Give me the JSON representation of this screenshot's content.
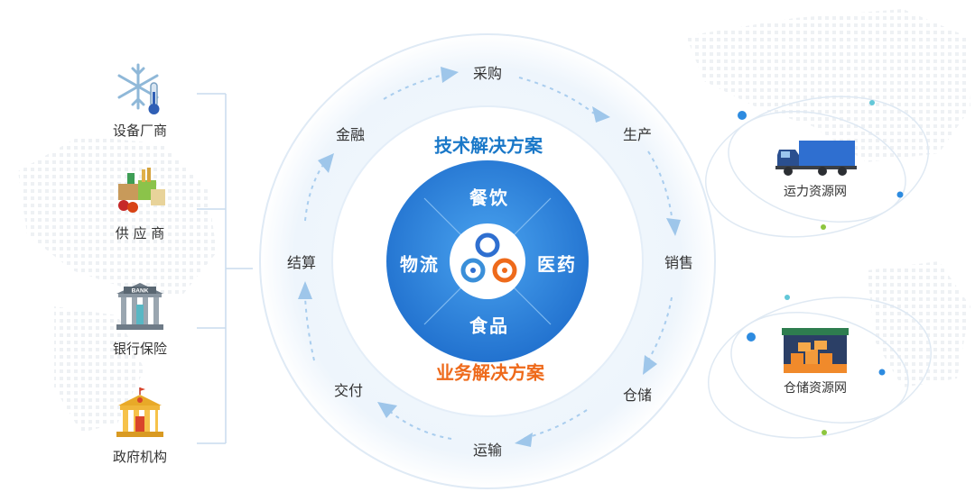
{
  "left_panel": {
    "items": [
      {
        "label": "设备厂商",
        "icon": "snowflake-thermometer-icon"
      },
      {
        "label": "供 应 商",
        "icon": "food-supplies-icon"
      },
      {
        "label": "银行保险",
        "icon": "bank-icon"
      },
      {
        "label": "政府机构",
        "icon": "government-building-icon"
      }
    ]
  },
  "cycle": {
    "steps": [
      "采购",
      "生产",
      "销售",
      "仓储",
      "运输",
      "交付",
      "结算",
      "金融"
    ]
  },
  "center": {
    "tech_title": "技术解决方案",
    "biz_title": "业务解决方案",
    "quadrants": {
      "top": "餐饮",
      "left": "物流",
      "right": "医药",
      "bottom": "食品"
    },
    "logo": "chain-logo-icon"
  },
  "right_panel": {
    "transport": {
      "label": "运力资源网",
      "icon": "truck-icon"
    },
    "warehouse": {
      "label": "仓储资源网",
      "icon": "warehouse-icon"
    }
  },
  "colors": {
    "tech_title": "#1a78c8",
    "biz_title": "#ee6a1b",
    "inner_circle": "#2f8be0",
    "ring": "#eaf3fb",
    "arrow": "#9ec6ea"
  }
}
